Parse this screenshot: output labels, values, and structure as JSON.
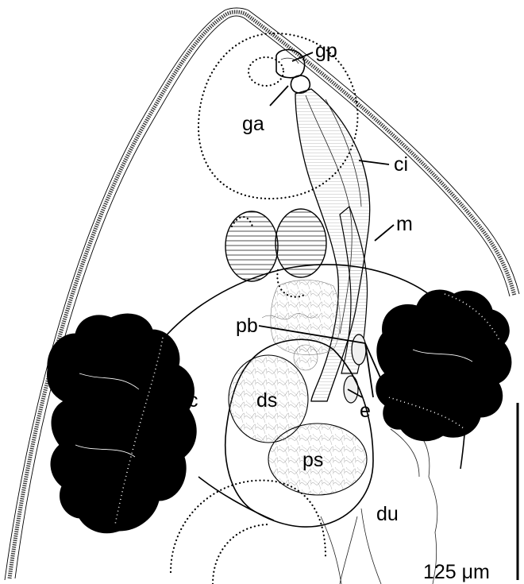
{
  "labels": {
    "gp": "gp",
    "ga": "ga",
    "ci": "ci",
    "m": "m",
    "pb": "pb",
    "c": "c",
    "ds": "ds",
    "e": "e",
    "ps": "ps",
    "du": "du"
  },
  "scale_bar": {
    "label": "125 μm"
  }
}
